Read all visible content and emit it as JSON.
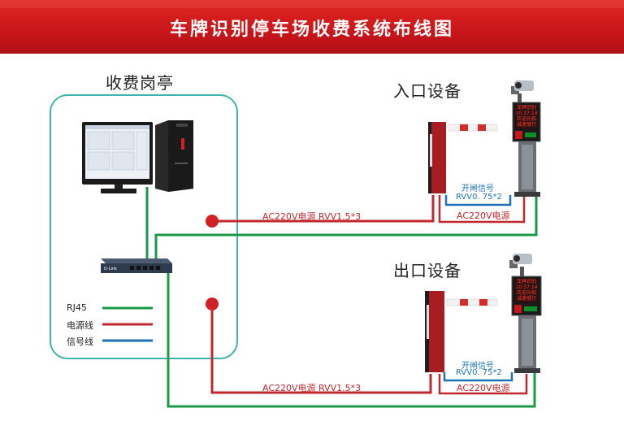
{
  "title": "车牌识别停车场收费系统布线图",
  "booth_label": "收费岗亭",
  "entrance_label": "入口设备",
  "exit_label": "出口设备",
  "legend": [
    {
      "label": "RJ45",
      "color": "#1a9a48"
    },
    {
      "label": "电源线",
      "color": "#c0282d"
    },
    {
      "label": "信号线",
      "color": "#1e73b8"
    }
  ],
  "entrance_power_main": "AC220V电源 RVV1.5*3",
  "entrance_signal": "开闸信号",
  "entrance_signal_cable": "RVV0. 75*2",
  "entrance_power_local": "AC220V电源",
  "exit_power_main": "AC220V电源 RVV1.5*3",
  "exit_signal": "开闸信号",
  "exit_signal_cable": "RVV0. 75*2",
  "exit_power_local": "AC220V电源",
  "display_text": "车牌识别 10:37:14 欢迎光临 减速慢行",
  "switch_brand": "D-Link",
  "colors": {
    "banner": "#c9161b",
    "booth_border": "#3fb3ac",
    "rj45": "#1a9a48",
    "power": "#c0282d",
    "signal": "#1e73b8"
  }
}
